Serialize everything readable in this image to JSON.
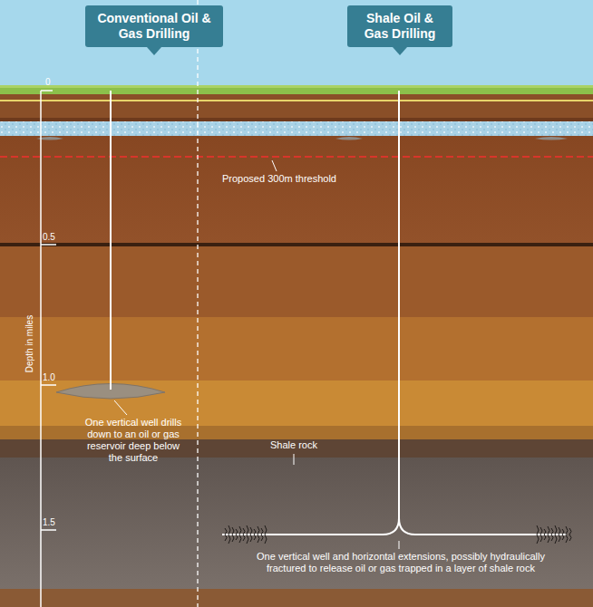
{
  "diagram": {
    "nodes": [
      {
        "text": [
          "Conventional Oil & Gas Drilling"
        ]
      },
      {
        "text": [
          "Shale Oil & Gas Drilling"
        ]
      }
    ],
    "labels": [
      "0",
      "0.5",
      "1.0",
      "1.5",
      "Depth in miles",
      "Proposed 300m threshold",
      "One vertical well drills down to an oil or gas reservoir deep below the surface",
      "Shale rock",
      "One vertical well and horizontal extensions, possibly hydraulically fractured to release oil or gas trapped in a layer of shale rock"
    ]
  }
}
